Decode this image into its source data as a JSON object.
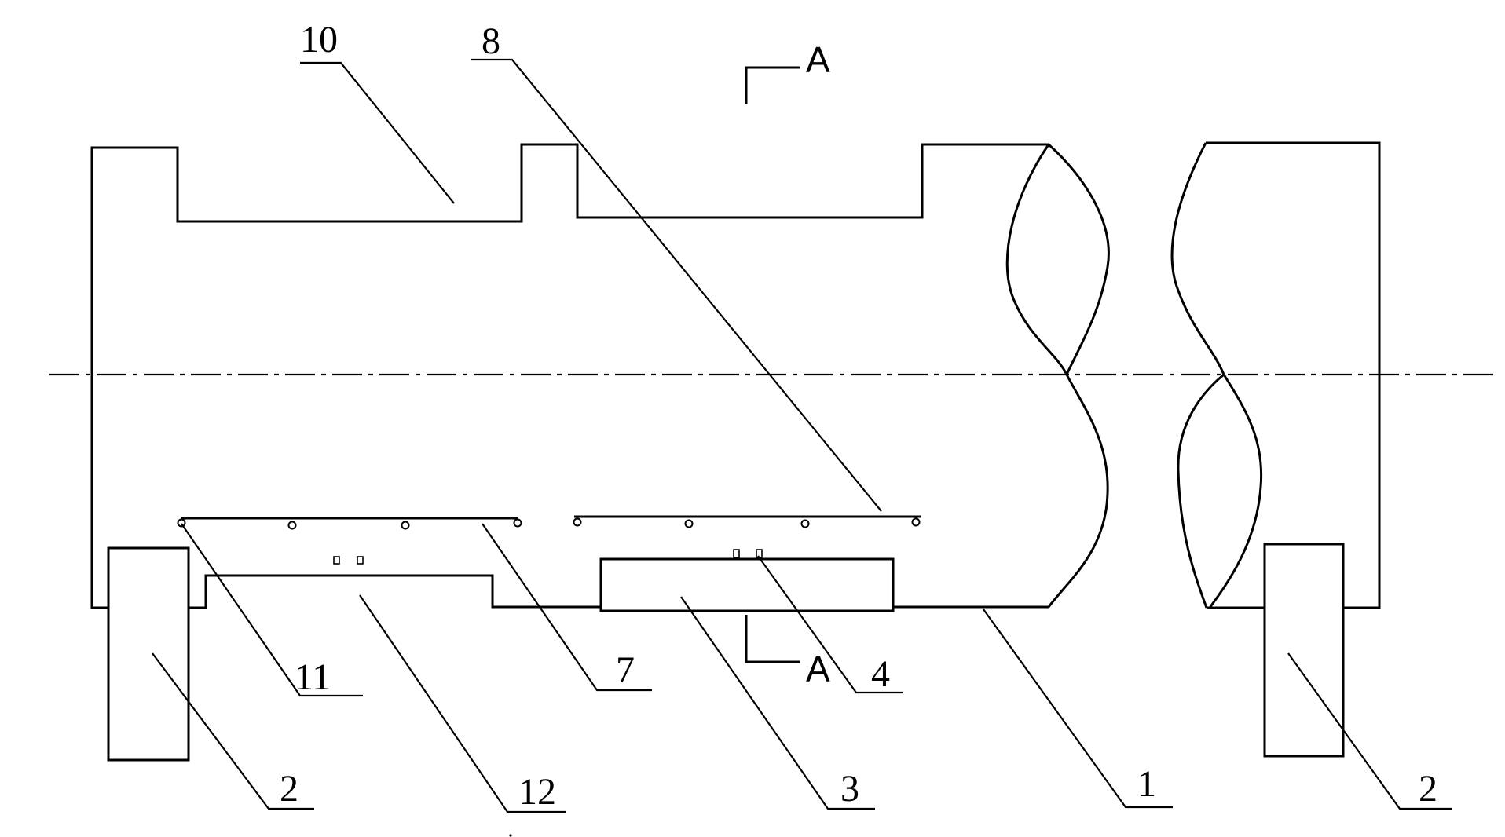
{
  "labels": {
    "part_10": "10",
    "part_8": "8",
    "part_11": "11",
    "part_7": "7",
    "part_4": "4",
    "part_2_left": "2",
    "part_12": "12",
    "part_3": "3",
    "part_1": "1",
    "part_2_right": "2"
  },
  "section_marks": {
    "top": "A",
    "bottom": "A"
  }
}
